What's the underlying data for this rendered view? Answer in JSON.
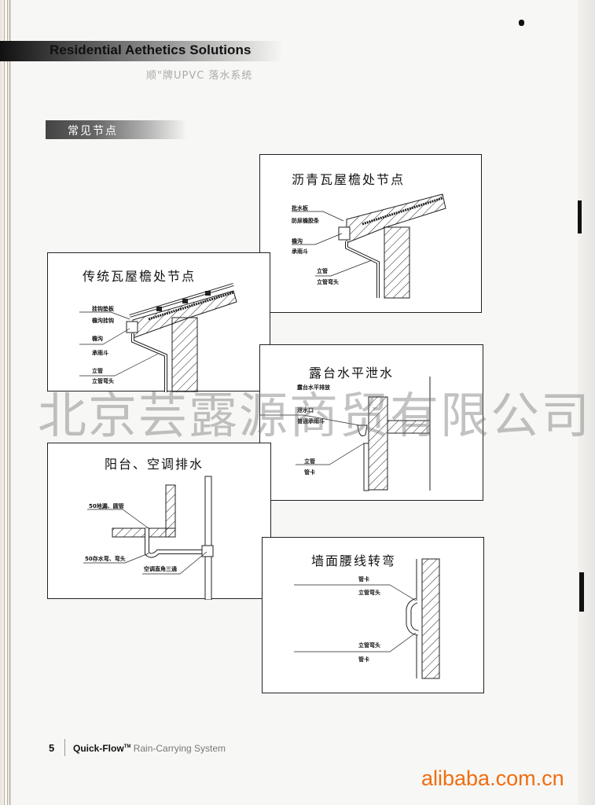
{
  "header": {
    "title": "Residential Aethetics Solutions",
    "subtitle": "顺\"牌UPVC 落水系统"
  },
  "section": {
    "title": "常见节点"
  },
  "panels": {
    "asphalt": {
      "title": "沥青瓦屋檐处节点",
      "labels": [
        "批水板",
        "防尿檐胶条",
        "檐沟",
        "承雨斗",
        "立管",
        "立管弯头"
      ]
    },
    "traditional": {
      "title": "传统瓦屋檐处节点",
      "labels": [
        "挂钩垫板",
        "檐沟挂钩",
        "檐沟",
        "承雨斗",
        "立管",
        "立管弯头"
      ]
    },
    "terrace": {
      "title": "露台水平泄水",
      "labels": [
        "露台水平排放",
        "泄水口",
        "普通承雨斗",
        "立管",
        "管卡"
      ]
    },
    "balcony": {
      "title": "阳台、空调排水",
      "labels": [
        "50地漏、圆管",
        "50存水弯、弯头",
        "空调直角三通"
      ]
    },
    "wall": {
      "title": "墙面腰线转弯",
      "labels": [
        "管卡",
        "立管弯头",
        "立管弯头",
        "管卡"
      ]
    }
  },
  "watermark": "北京芸露源商贸有限公司",
  "footer": {
    "page_number": "5",
    "brand": "Quick-Flow",
    "tm": "TM",
    "tagline": "Rain-Carrying System"
  },
  "site_watermark": "alibaba.com.cn",
  "colors": {
    "accent": "#f06d10",
    "ink": "#111111"
  }
}
